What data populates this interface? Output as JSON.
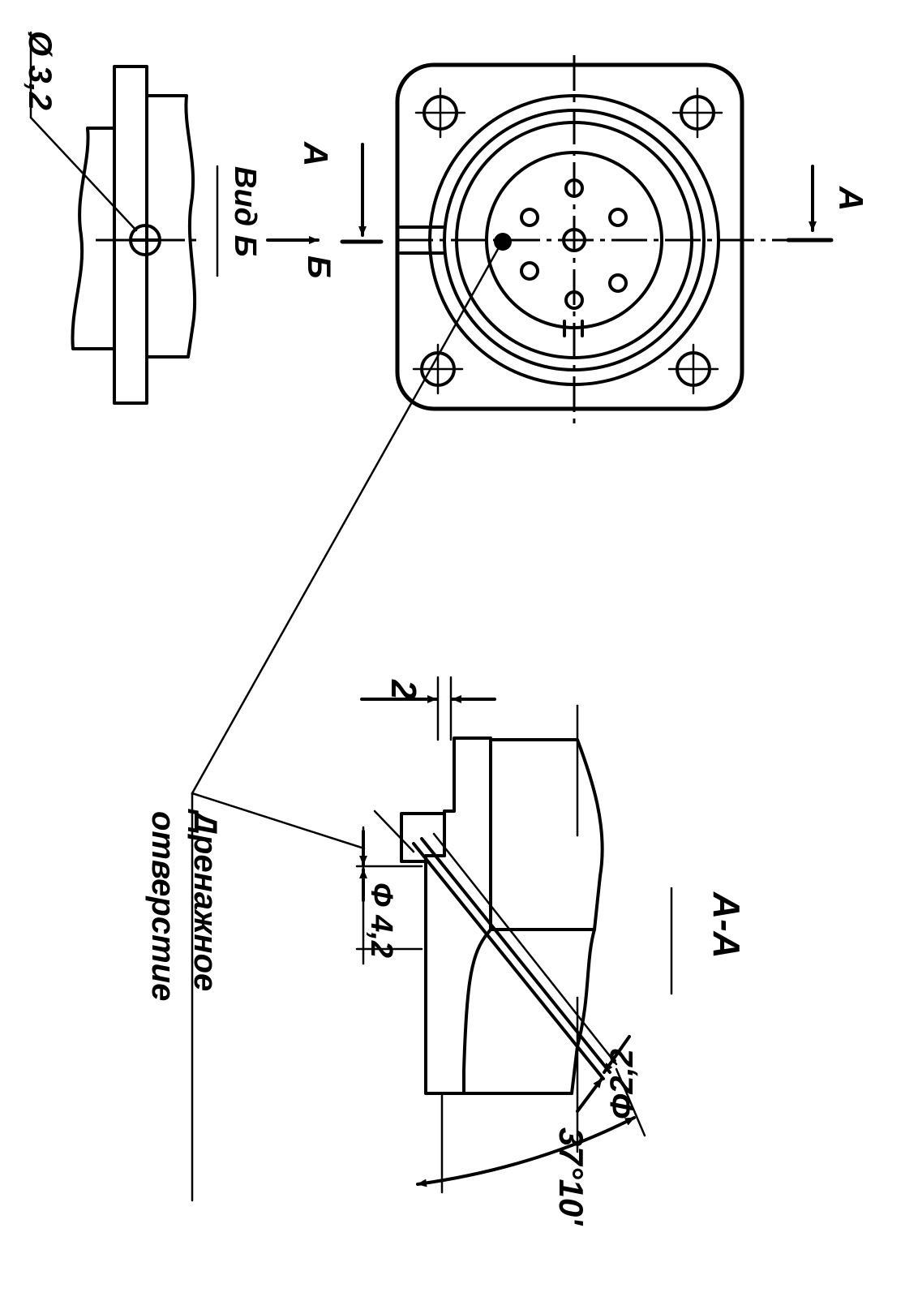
{
  "labels": {
    "diameter_top": "Ø 3,2",
    "view_b": "Вид Б",
    "arrow_b": "Б",
    "section_a_left": "А",
    "section_a_right": "А",
    "dim_2": "2",
    "drain_line1": "Дренажное",
    "drain_line2": "отверстие",
    "dim_phi_42": "Ф 4,2",
    "section_aa": "А-А",
    "dim_phi_22": "Ф2,2",
    "angle": "37°10'"
  },
  "colors": {
    "ink": "#000000",
    "paper": "#ffffff"
  }
}
